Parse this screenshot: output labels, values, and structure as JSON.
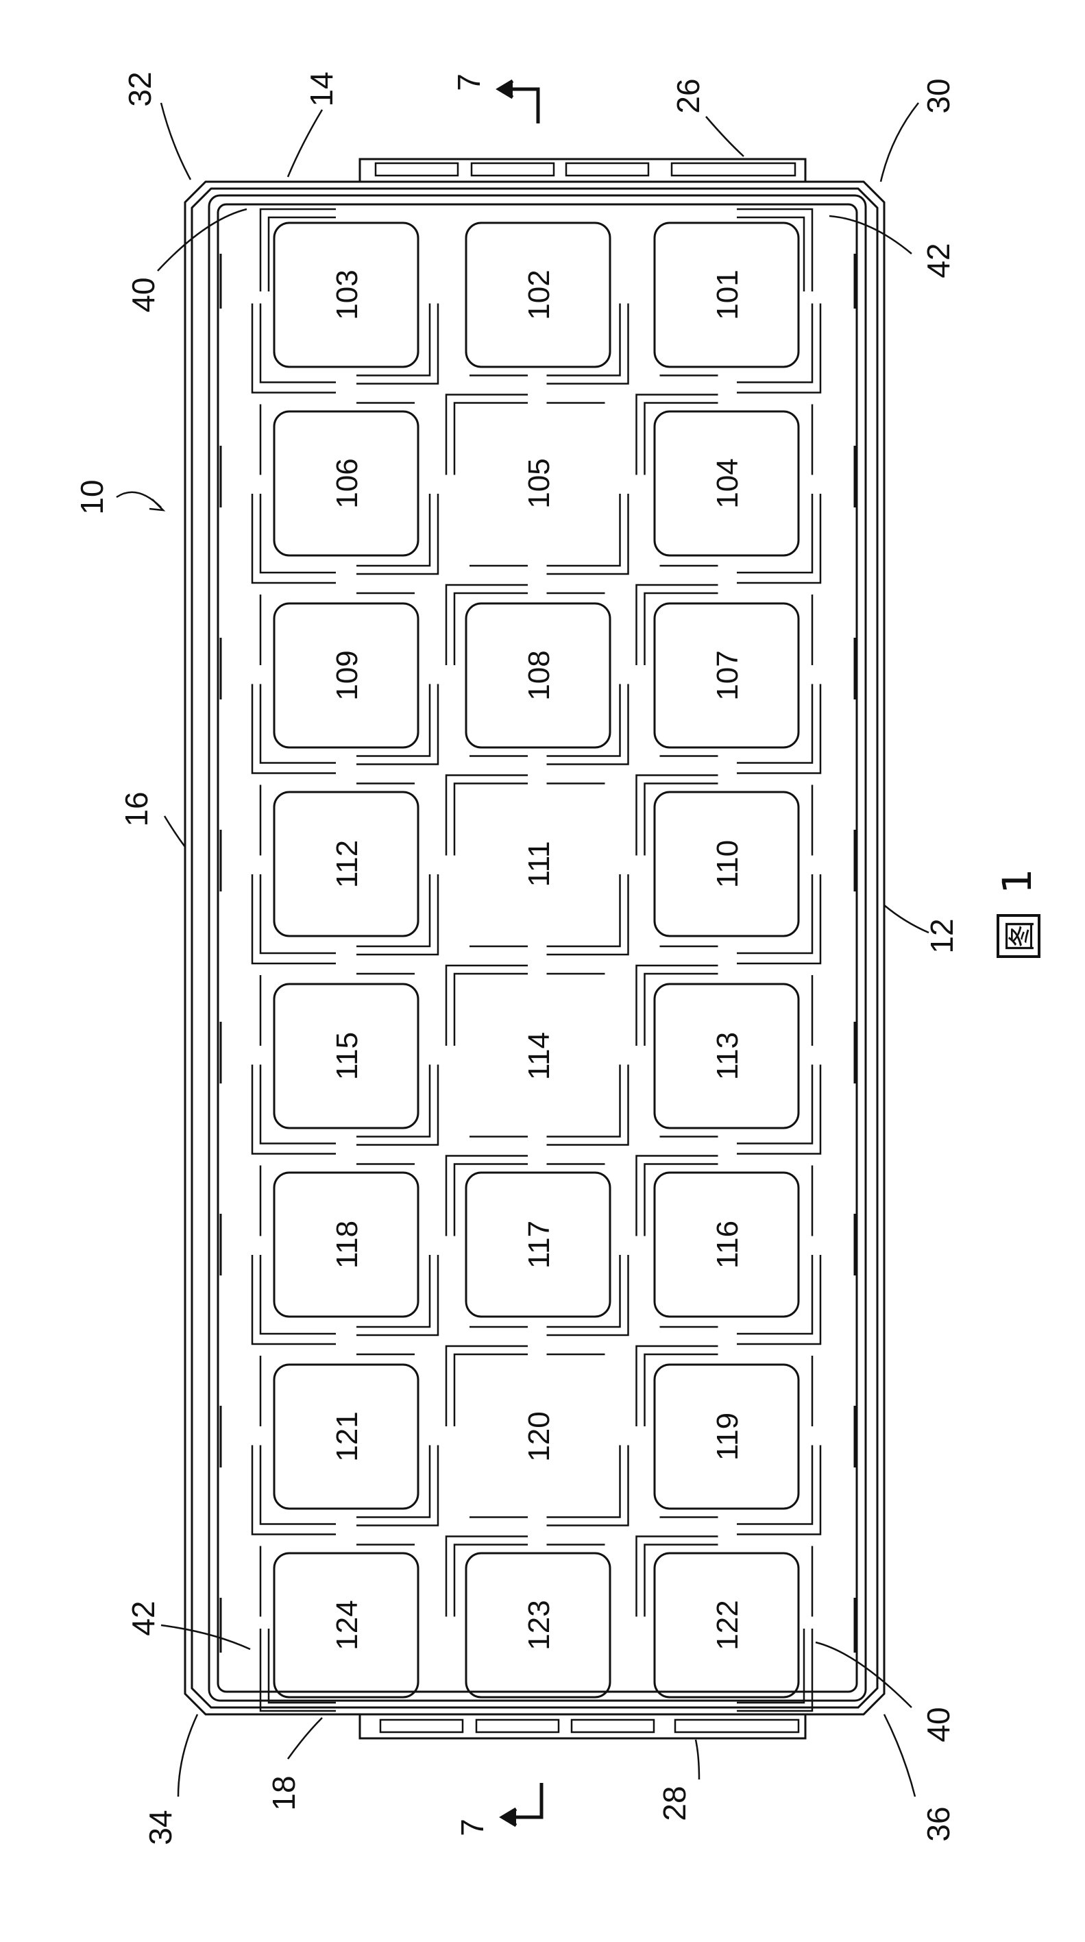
{
  "figure": {
    "title": "图 1",
    "title_char": "图",
    "title_num": "1",
    "assembly_ref": "10",
    "section_label": "7"
  },
  "references": {
    "r12": "12",
    "r14": "14",
    "r16": "16",
    "r18": "18",
    "r26": "26",
    "r28": "28",
    "r30": "30",
    "r32": "32",
    "r34": "34",
    "r36": "36",
    "r40": "40",
    "r42": "42"
  },
  "cells": {
    "c101": "101",
    "c102": "102",
    "c103": "103",
    "c104": "104",
    "c105": "105",
    "c106": "106",
    "c107": "107",
    "c108": "108",
    "c109": "109",
    "c110": "110",
    "c111": "111",
    "c112": "112",
    "c113": "113",
    "c114": "114",
    "c115": "115",
    "c116": "116",
    "c117": "117",
    "c118": "118",
    "c119": "119",
    "c120": "120",
    "c121": "121",
    "c122": "122",
    "c123": "123",
    "c124": "124"
  },
  "grid": [
    [
      "101",
      "102",
      "103"
    ],
    [
      "104",
      "105",
      "106"
    ],
    [
      "107",
      "108",
      "109"
    ],
    [
      "110",
      "111",
      "112"
    ],
    [
      "113",
      "114",
      "115"
    ],
    [
      "116",
      "117",
      "118"
    ],
    [
      "119",
      "120",
      "121"
    ],
    [
      "122",
      "123",
      "124"
    ]
  ],
  "empty_cells": [
    "105",
    "111",
    "114",
    "120"
  ],
  "colors": {
    "line": "#111111",
    "background": "#ffffff"
  }
}
